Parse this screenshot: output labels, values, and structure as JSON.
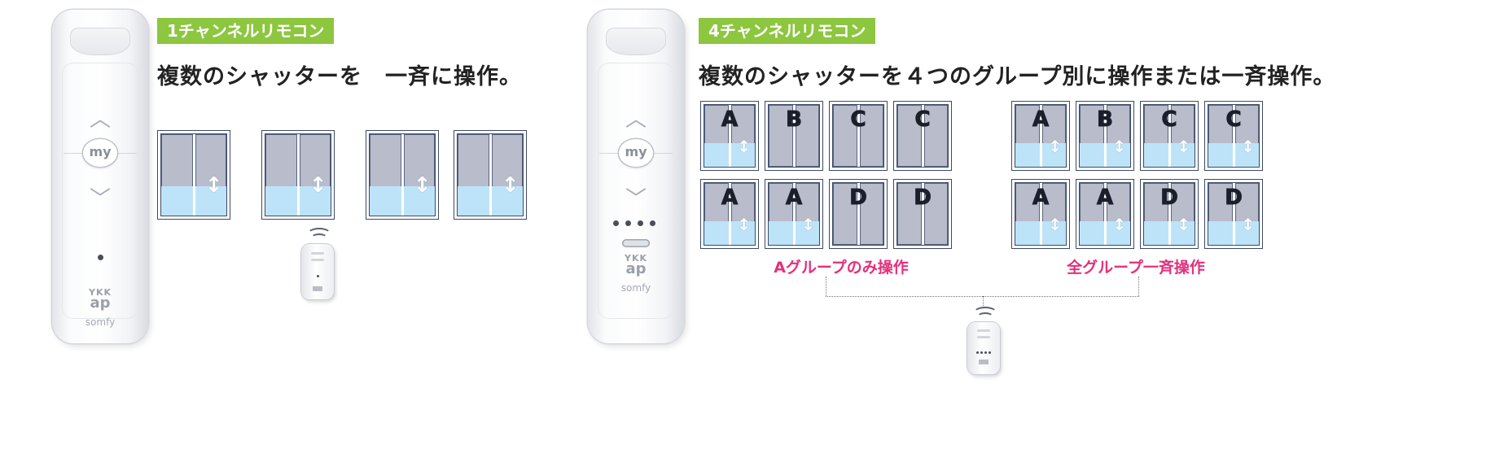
{
  "left": {
    "tag": "1チャンネルリモコン",
    "headline": "複数のシャッターを　一斉に操作。",
    "remote": {
      "my_label": "my",
      "brand_line1": "YKK",
      "brand_line2": "ap",
      "brand_line3": "somfy",
      "up_glyph": "︿",
      "down_glyph": "﹀"
    }
  },
  "right": {
    "tag": "4チャンネルリモコン",
    "headline": "複数のシャッターを４つのグループ別に操作または一斉操作。",
    "remote": {
      "my_label": "my",
      "brand_line1": "YKK",
      "brand_line2": "ap",
      "brand_line3": "somfy",
      "up_glyph": "︿",
      "down_glyph": "﹀"
    },
    "group_a": {
      "label": "Aグループのみ操作",
      "windows": [
        {
          "letter": "A",
          "open": true
        },
        {
          "letter": "B",
          "open": false
        },
        {
          "letter": "C",
          "open": false
        },
        {
          "letter": "C",
          "open": false
        },
        {
          "letter": "A",
          "open": true
        },
        {
          "letter": "A",
          "open": true
        },
        {
          "letter": "D",
          "open": false
        },
        {
          "letter": "D",
          "open": false
        }
      ]
    },
    "group_all": {
      "label": "全グループ一斉操作",
      "windows": [
        {
          "letter": "A",
          "open": true
        },
        {
          "letter": "B",
          "open": true
        },
        {
          "letter": "C",
          "open": true
        },
        {
          "letter": "C",
          "open": true
        },
        {
          "letter": "A",
          "open": true
        },
        {
          "letter": "A",
          "open": true
        },
        {
          "letter": "D",
          "open": true
        },
        {
          "letter": "D",
          "open": true
        }
      ]
    }
  },
  "arrow_glyph": "↕",
  "colors": {
    "tag_green": "#8dc63f",
    "label_pink": "#e4307c",
    "window_frame": "#3c4a66",
    "shutter_gray": "#b8bccb",
    "open_blue": "#bde3f8"
  }
}
